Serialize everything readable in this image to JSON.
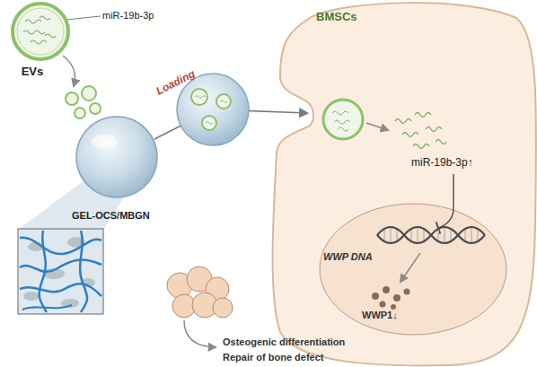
{
  "diagram": {
    "nodes": [
      {
        "text": [
          "EVs"
        ]
      },
      {
        "text": [
          "GEL-OCS/MBGN"
        ]
      },
      {
        "text": [
          "BMSCs"
        ]
      },
      {
        "text": [
          "WWP DNA",
          "WWP1↓"
        ],
        "in": 2
      }
    ],
    "edges": [
      {
        "from": 1,
        "to": 2,
        "label": "Loading",
        "arrow": "to"
      }
    ],
    "labels": [
      "miR-19b-3p",
      "miR-19b-3p↑",
      "Osteogenic differentiation",
      "Repair of bone defect"
    ]
  }
}
